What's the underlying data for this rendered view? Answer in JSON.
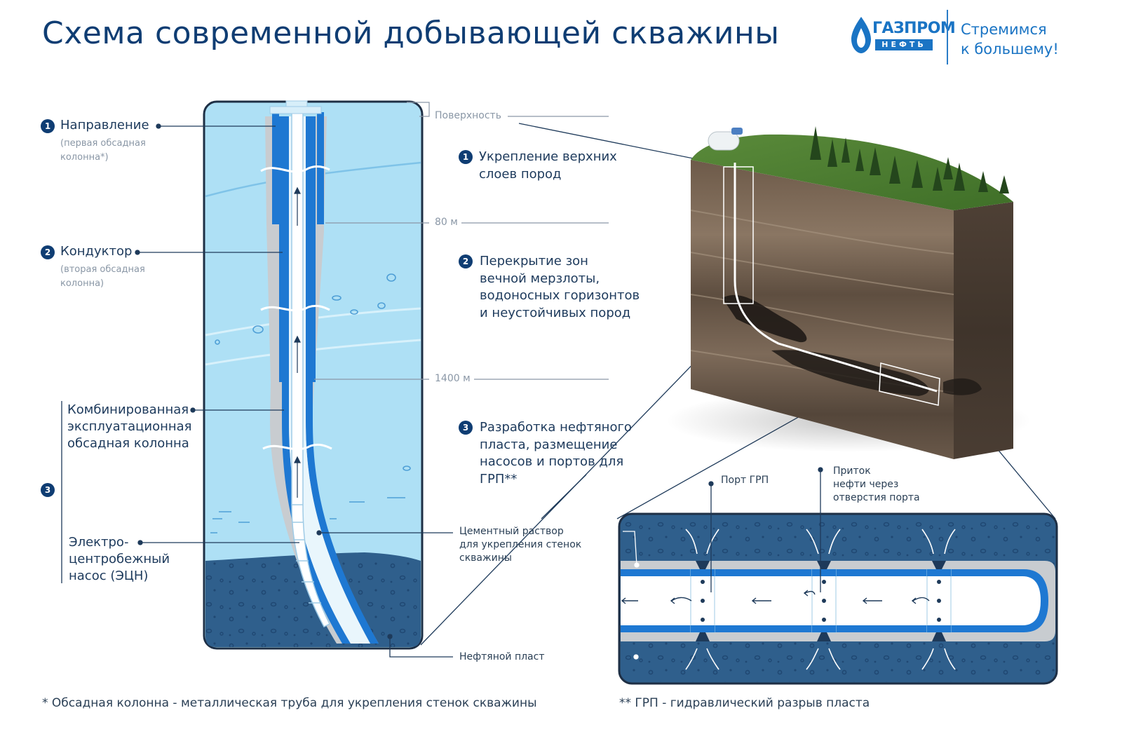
{
  "title": "Схема современной добывающей скважины",
  "logo": {
    "name": "ГАЗПРОМ",
    "sub": "НЕФТЬ",
    "slogan_line1": "Стремимся",
    "slogan_line2": "к большему!"
  },
  "left_labels": {
    "n1": {
      "num": "1",
      "label": "Направление",
      "sub_line1": "(первая обсадная",
      "sub_line2": "колонна*)"
    },
    "n2": {
      "num": "2",
      "label": "Кондуктор",
      "sub_line1": "(вторая обсадная",
      "sub_line2": "колонна)"
    },
    "n3": {
      "num": "3",
      "label_line1": "Комбинированная",
      "label_line2": "эксплуатационная",
      "label_line3": "обсадная колонна"
    },
    "pump": {
      "line1": "Электро-",
      "line2": "центробежный",
      "line3": "насос (ЭЦН)"
    }
  },
  "depths": {
    "surface": "Поверхность",
    "d80": "80 м",
    "d1400": "1400 м"
  },
  "middle": {
    "m1": {
      "num": "1",
      "line1": "Укрепление верхних",
      "line2": "слоев пород"
    },
    "m2": {
      "num": "2",
      "line1": "Перекрытие зон",
      "line2": "вечной мерзлоты,",
      "line3": "водоносных горизонтов",
      "line4": "и неустойчивых пород"
    },
    "m3": {
      "num": "3",
      "line1": "Разработка нефтяного",
      "line2": "пласта, размещение",
      "line3": "насосов и портов для",
      "line4": "ГРП**"
    },
    "cement": {
      "line1": "Цементный раствор",
      "line2": "для укрепления стенок",
      "line3": "скважины"
    },
    "reservoir": "Нефтяной пласт"
  },
  "detail": {
    "port": "Порт ГРП",
    "inflow_line1": "Приток",
    "inflow_line2": "нефти через",
    "inflow_line3": "отверстия порта"
  },
  "footnotes": {
    "f1": "* Обсадная колонна - металлическая труба для укрепления стенок скважины",
    "f2": "** ГРП - гидравлический разрыв пласта"
  },
  "colors": {
    "dark_blue": "#0f3d73",
    "brand_blue": "#1a74c4",
    "light_water": "#aee0f5",
    "reservoir": "#2f5f8c",
    "cement": "#c8ccd0",
    "casing": "#1e78d2"
  }
}
